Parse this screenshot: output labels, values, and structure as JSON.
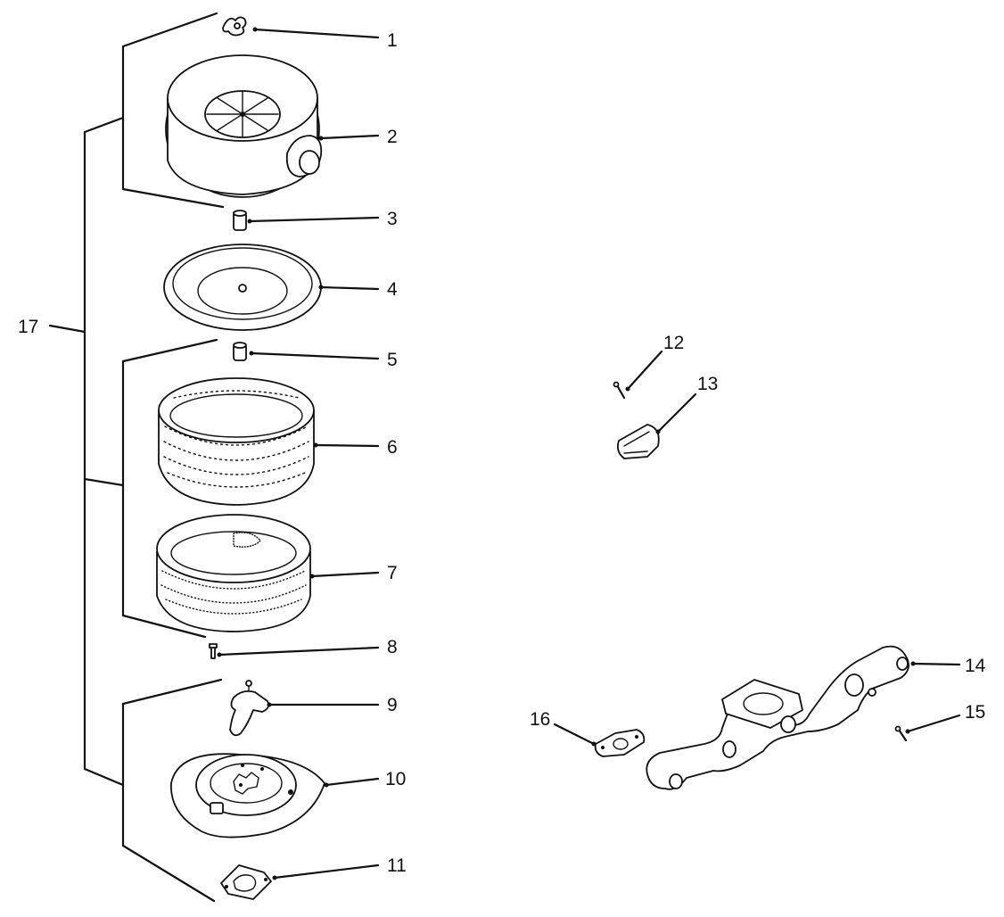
{
  "diagram": {
    "callouts": [
      {
        "id": "1",
        "label": "1"
      },
      {
        "id": "2",
        "label": "2"
      },
      {
        "id": "3",
        "label": "3"
      },
      {
        "id": "4",
        "label": "4"
      },
      {
        "id": "5",
        "label": "5"
      },
      {
        "id": "6",
        "label": "6"
      },
      {
        "id": "7",
        "label": "7"
      },
      {
        "id": "8",
        "label": "8"
      },
      {
        "id": "9",
        "label": "9"
      },
      {
        "id": "10",
        "label": "10"
      },
      {
        "id": "11",
        "label": "11"
      },
      {
        "id": "12",
        "label": "12"
      },
      {
        "id": "13",
        "label": "13"
      },
      {
        "id": "14",
        "label": "14"
      },
      {
        "id": "15",
        "label": "15"
      },
      {
        "id": "16",
        "label": "16"
      },
      {
        "id": "17",
        "label": "17"
      }
    ],
    "parts": [
      {
        "callout": "1",
        "icon": "wing-nut-icon"
      },
      {
        "callout": "2",
        "icon": "air-cleaner-cover-icon"
      },
      {
        "callout": "3",
        "icon": "spacer-icon"
      },
      {
        "callout": "4",
        "icon": "filter-cover-plate-icon"
      },
      {
        "callout": "5",
        "icon": "spacer-icon"
      },
      {
        "callout": "6",
        "icon": "foam-precleaner-icon"
      },
      {
        "callout": "7",
        "icon": "paper-filter-element-icon"
      },
      {
        "callout": "8",
        "icon": "stud-screw-icon"
      },
      {
        "callout": "9",
        "icon": "bracket-icon"
      },
      {
        "callout": "10",
        "icon": "air-cleaner-base-icon"
      },
      {
        "callout": "11",
        "icon": "gasket-icon"
      },
      {
        "callout": "12",
        "icon": "screw-icon"
      },
      {
        "callout": "13",
        "icon": "elbow-icon"
      },
      {
        "callout": "14",
        "icon": "intake-manifold-icon"
      },
      {
        "callout": "15",
        "icon": "screw-icon"
      },
      {
        "callout": "16",
        "icon": "manifold-gasket-icon"
      }
    ]
  }
}
